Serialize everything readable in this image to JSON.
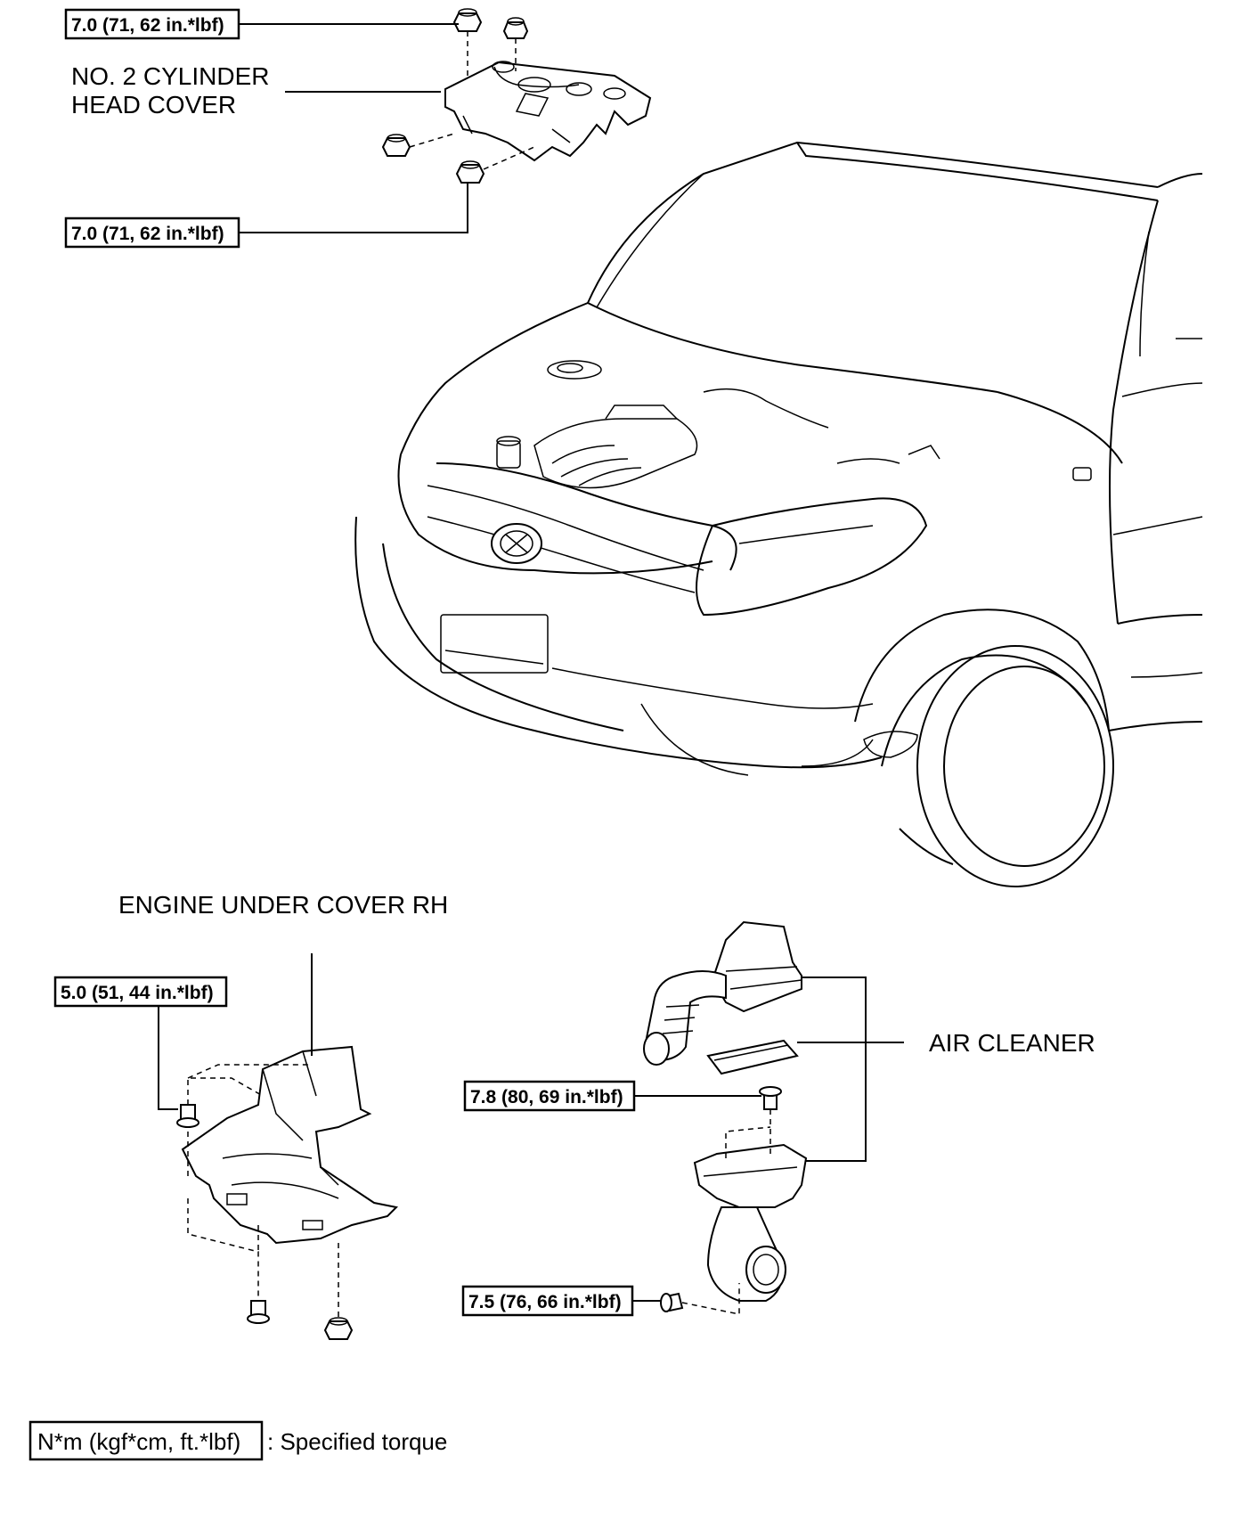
{
  "labels": {
    "cylinder_head_cover_line1": "NO. 2 CYLINDER",
    "cylinder_head_cover_line2": "HEAD COVER",
    "engine_under_cover": "ENGINE UNDER COVER RH",
    "air_cleaner": "AIR CLEANER"
  },
  "torques": {
    "head_cover_top": "7.0 (71, 62 in.*lbf)",
    "head_cover_bottom": "7.0 (71, 62 in.*lbf)",
    "under_cover": "5.0 (51, 44 in.*lbf)",
    "air_cleaner_upper": "7.8 (80, 69 in.*lbf)",
    "air_cleaner_lower": "7.5 (76, 66 in.*lbf)"
  },
  "legend": {
    "unit_box": "N*m (kgf*cm, ft.*lbf)",
    "description": ": Specified torque"
  }
}
